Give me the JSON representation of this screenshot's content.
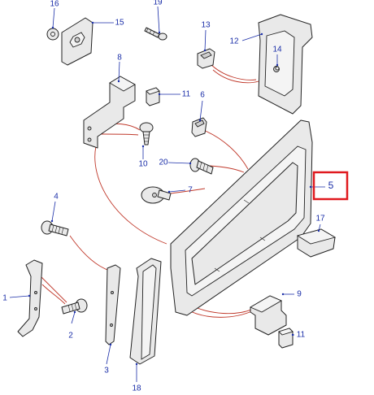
{
  "diagram": {
    "callouts": [
      {
        "id": "c16",
        "label": "16"
      },
      {
        "id": "c15",
        "label": "15"
      },
      {
        "id": "c19",
        "label": "19"
      },
      {
        "id": "c13",
        "label": "13"
      },
      {
        "id": "c12",
        "label": "12"
      },
      {
        "id": "c14",
        "label": "14"
      },
      {
        "id": "c8",
        "label": "8"
      },
      {
        "id": "c11a",
        "label": "11"
      },
      {
        "id": "c6",
        "label": "6"
      },
      {
        "id": "c10",
        "label": "10"
      },
      {
        "id": "c20",
        "label": "20"
      },
      {
        "id": "c7",
        "label": "7"
      },
      {
        "id": "c4",
        "label": "4"
      },
      {
        "id": "c5",
        "label": "5"
      },
      {
        "id": "c17",
        "label": "17"
      },
      {
        "id": "c1",
        "label": "1"
      },
      {
        "id": "c2",
        "label": "2"
      },
      {
        "id": "c3",
        "label": "3"
      },
      {
        "id": "c18",
        "label": "18"
      },
      {
        "id": "c9",
        "label": "9"
      },
      {
        "id": "c11b",
        "label": "11"
      }
    ],
    "highlighted_callout": "5",
    "colors": {
      "callout_text": "#1a2ea8",
      "highlight_box": "#e0191e",
      "assembly_lines": "#c0392b",
      "part_outline": "#222222"
    }
  }
}
